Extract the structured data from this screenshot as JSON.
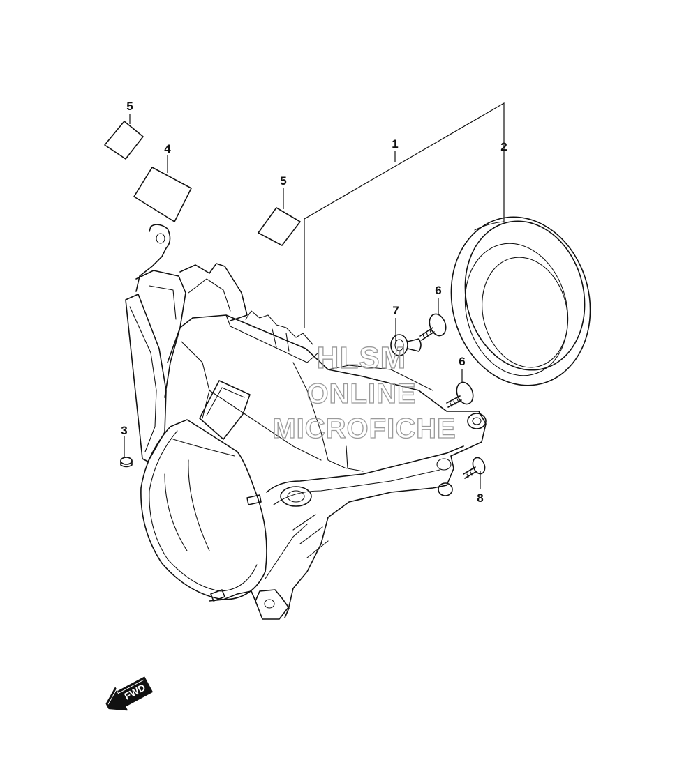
{
  "callouts": {
    "c1": "1",
    "c2": "2",
    "c3": "3",
    "c4": "4",
    "c5a": "5",
    "c5b": "5",
    "c6a": "6",
    "c6b": "6",
    "c7": "7",
    "c8": "8"
  },
  "watermark": {
    "line1": "HLSM",
    "line2": "ONLINE",
    "line3": "MICROFICHE"
  },
  "direction_badge": {
    "label": "FWD"
  }
}
